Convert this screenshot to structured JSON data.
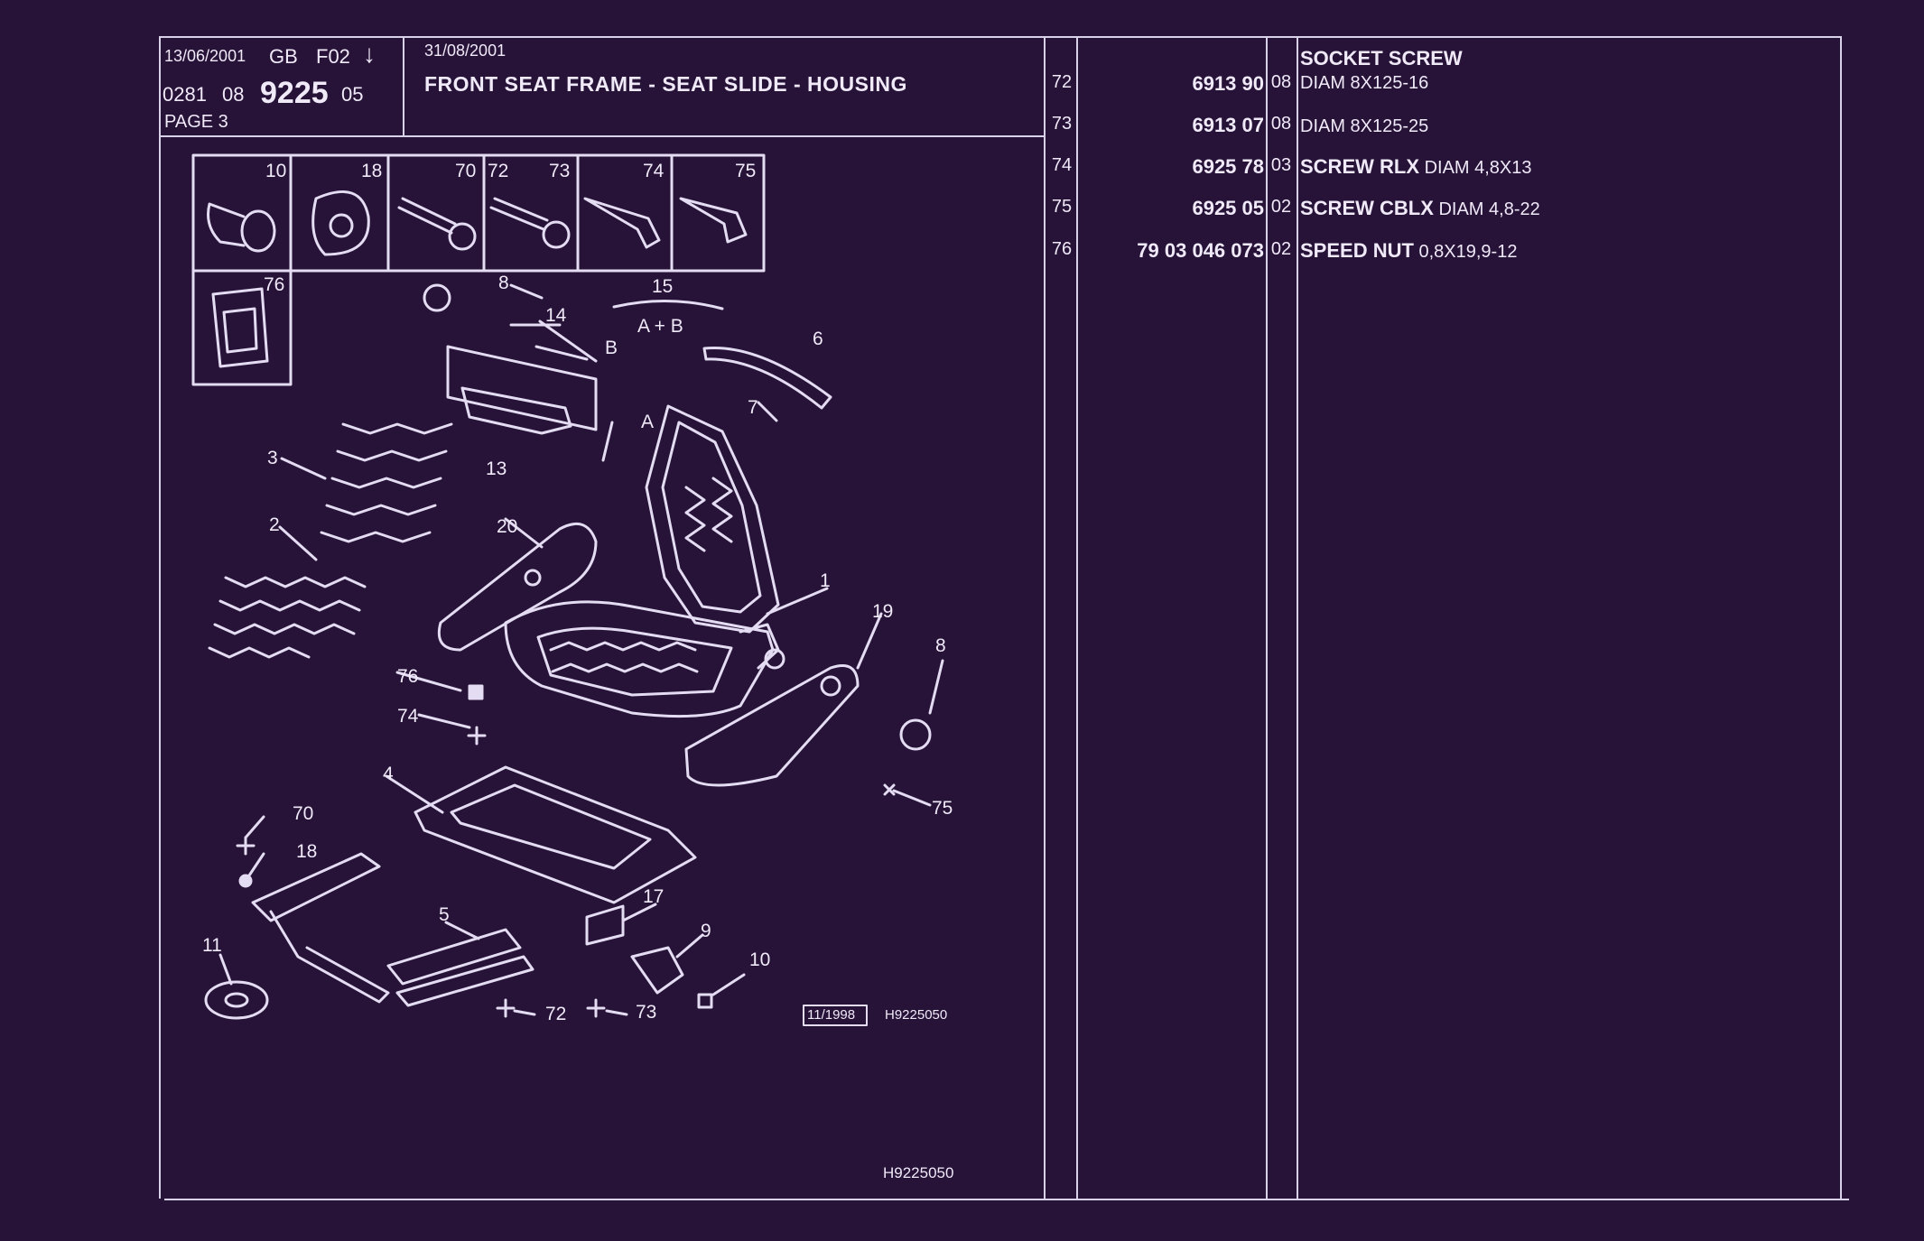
{
  "header": {
    "date": "13/06/2001",
    "lang": "GB",
    "code": "F02",
    "arrow": "↓",
    "catalog_prefix": "0281",
    "catalog_section": "08",
    "catalog_number": "9225",
    "catalog_suffix": "05",
    "page": "PAGE 3",
    "validity_date": "31/08/2001",
    "title": "FRONT SEAT FRAME - SEAT SLIDE - HOUSING"
  },
  "parts_header": {
    "first_name": "SOCKET SCREW"
  },
  "parts": [
    {
      "idx": "72",
      "ref": "6913 90",
      "qty": "08",
      "name": "",
      "spec": "DIAM 8X125-16"
    },
    {
      "idx": "73",
      "ref": "6913 07",
      "qty": "08",
      "name": "",
      "spec": "DIAM 8X125-25"
    },
    {
      "idx": "74",
      "ref": "6925 78",
      "qty": "03",
      "name": "SCREW RLX",
      "spec": "DIAM 4,8X13"
    },
    {
      "idx": "75",
      "ref": "6925 05",
      "qty": "02",
      "name": "SCREW CBLX",
      "spec": "DIAM 4,8-22"
    },
    {
      "idx": "76",
      "ref": "79 03 046 073",
      "qty": "02",
      "name": "SPEED NUT",
      "spec": "0,8X19,9-12"
    }
  ],
  "inset_labels": [
    "10",
    "18",
    "70",
    "72",
    "73",
    "74",
    "75",
    "76"
  ],
  "callouts": [
    "1",
    "2",
    "3",
    "4",
    "5",
    "6",
    "7",
    "8",
    "8",
    "9",
    "10",
    "11",
    "13",
    "14",
    "15",
    "A + B",
    "B",
    "A",
    "17",
    "18",
    "19",
    "20",
    "70",
    "72",
    "73",
    "74",
    "75",
    "76"
  ],
  "stamp": "11/1998",
  "drawing_ref": "H9225050",
  "drawing_ref_footer": "H9225050",
  "colors": {
    "background": "#271238",
    "lines": "#d9d0ea",
    "text": "#efe9f8"
  }
}
